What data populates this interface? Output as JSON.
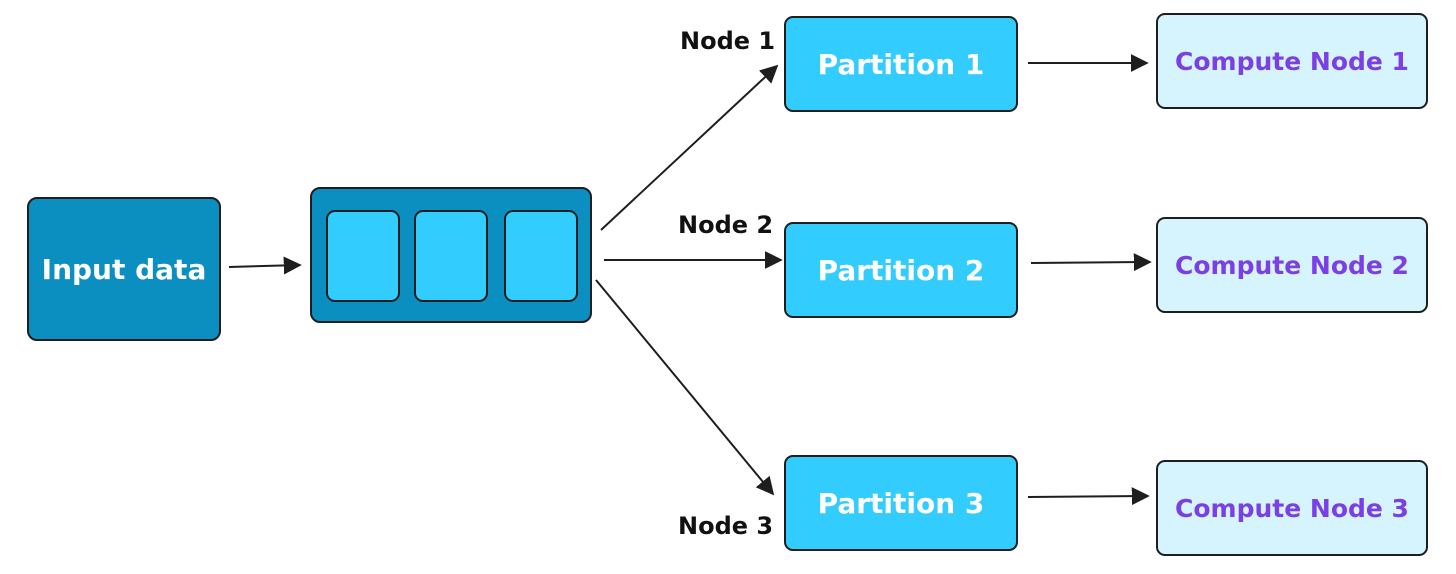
{
  "input": {
    "label": "Input data"
  },
  "splitter": {
    "chunk_count": 3
  },
  "nodes": [
    {
      "node_label": "Node 1",
      "partition": "Partition 1",
      "compute": "Compute Node 1"
    },
    {
      "node_label": "Node 2",
      "partition": "Partition 2",
      "compute": "Compute Node 2"
    },
    {
      "node_label": "Node 3",
      "partition": "Partition 3",
      "compute": "Compute Node 3"
    }
  ],
  "colors": {
    "input_fill": "#0b8fc0",
    "partition_fill": "#33ccff",
    "compute_fill": "#d6f4fe",
    "compute_text": "#7b3fe4",
    "stroke": "#1e1e1e"
  }
}
